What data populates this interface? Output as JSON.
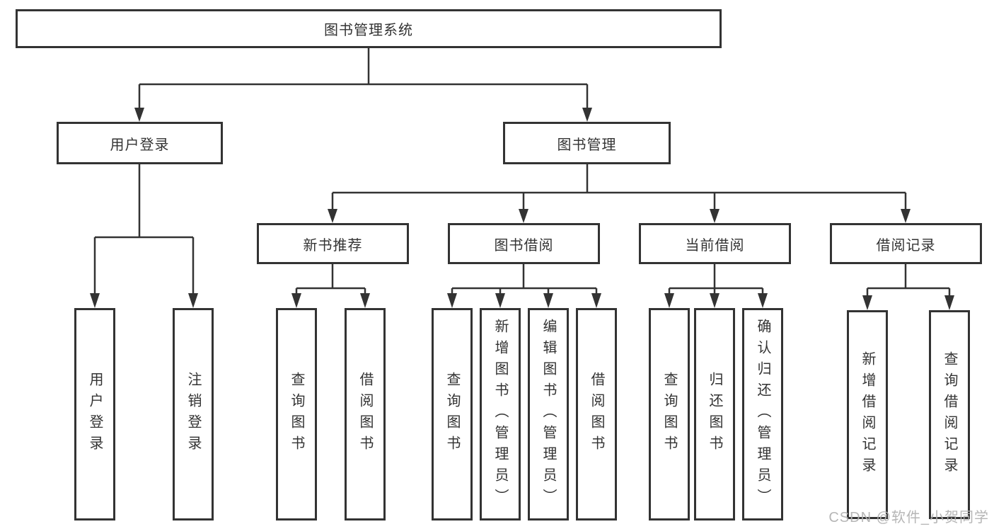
{
  "diagram_title": "图书管理系统",
  "nodes": {
    "root": {
      "label": "图书管理系统"
    },
    "level2": [
      {
        "label": "用户登录"
      },
      {
        "label": "图书管理"
      }
    ],
    "level3": [
      {
        "label": "新书推荐",
        "parent": "图书管理"
      },
      {
        "label": "图书借阅",
        "parent": "图书管理"
      },
      {
        "label": "当前借阅",
        "parent": "图书管理"
      },
      {
        "label": "借阅记录",
        "parent": "图书管理"
      }
    ],
    "leaves": [
      {
        "label": "用户登录",
        "parent": "用户登录"
      },
      {
        "label": "注销登录",
        "parent": "用户登录"
      },
      {
        "label": "查询图书",
        "parent": "新书推荐"
      },
      {
        "label": "借阅图书",
        "parent": "新书推荐"
      },
      {
        "label": "查询图书",
        "parent": "图书借阅"
      },
      {
        "label": "新增图书（管理员）",
        "parent": "图书借阅"
      },
      {
        "label": "编辑图书（管理员）",
        "parent": "图书借阅"
      },
      {
        "label": "借阅图书",
        "parent": "图书借阅"
      },
      {
        "label": "查询图书",
        "parent": "当前借阅"
      },
      {
        "label": "归还图书",
        "parent": "当前借阅"
      },
      {
        "label": "确认归还（管理员）",
        "parent": "当前借阅"
      },
      {
        "label": "新增借阅记录",
        "parent": "借阅记录"
      },
      {
        "label": "查询借阅记录",
        "parent": "借阅记录"
      }
    ]
  },
  "watermark": {
    "text": "CSDN @软件_小贺同学"
  },
  "colors": {
    "line": "#333333",
    "box_border": "#333333",
    "box_fill": "#ffffff",
    "text": "#333333",
    "watermark": "#b2b2b2"
  }
}
